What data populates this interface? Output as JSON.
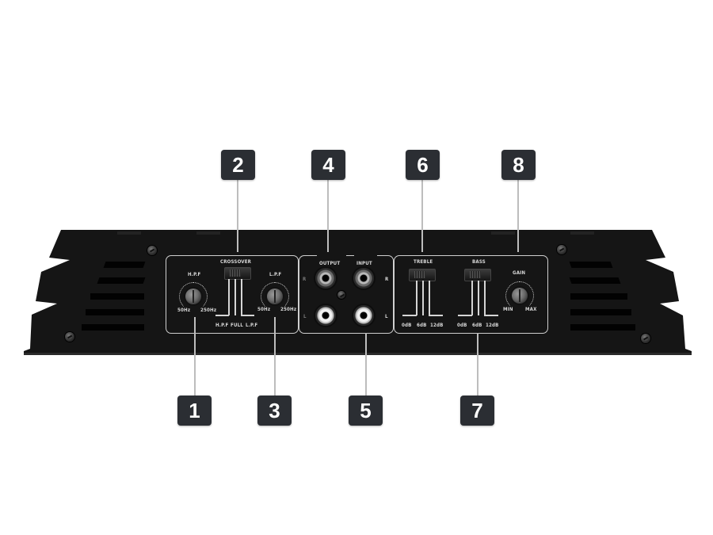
{
  "diagram": {
    "subject": "amplifier-control-panel",
    "colors": {
      "background": "#ffffff",
      "chassis": "#141414",
      "badge": "#2b2e33",
      "leader": "#bdbdbd",
      "panel_print": "#d8d8d8"
    }
  },
  "callouts": [
    {
      "number": "1",
      "target": "H.P.F knob"
    },
    {
      "number": "2",
      "target": "CROSSOVER switch"
    },
    {
      "number": "3",
      "target": "L.P.F knob"
    },
    {
      "number": "4",
      "target": "OUTPUT RCA"
    },
    {
      "number": "5",
      "target": "INPUT RCA"
    },
    {
      "number": "6",
      "target": "TREBLE switch"
    },
    {
      "number": "7",
      "target": "BASS switch"
    },
    {
      "number": "8",
      "target": "GAIN knob"
    }
  ],
  "panel": {
    "crossover": {
      "title": "CROSSOVER",
      "positions": [
        "H.P.F",
        "FULL",
        "L.P.F"
      ]
    },
    "hpf": {
      "title": "H.P.F",
      "min": "50Hz",
      "max": "250Hz"
    },
    "lpf": {
      "title": "L.P.F",
      "min": "50Hz",
      "max": "250Hz"
    },
    "io": {
      "output_label": "OUTPUT",
      "input_label": "INPUT",
      "right": "R",
      "left": "L"
    },
    "treble": {
      "title": "TREBLE",
      "positions": [
        "0dB",
        "6dB",
        "12dB"
      ]
    },
    "bass": {
      "title": "BASS",
      "positions": [
        "0dB",
        "6dB",
        "12dB"
      ]
    },
    "gain": {
      "title": "GAIN",
      "min": "MIN",
      "max": "MAX"
    }
  }
}
